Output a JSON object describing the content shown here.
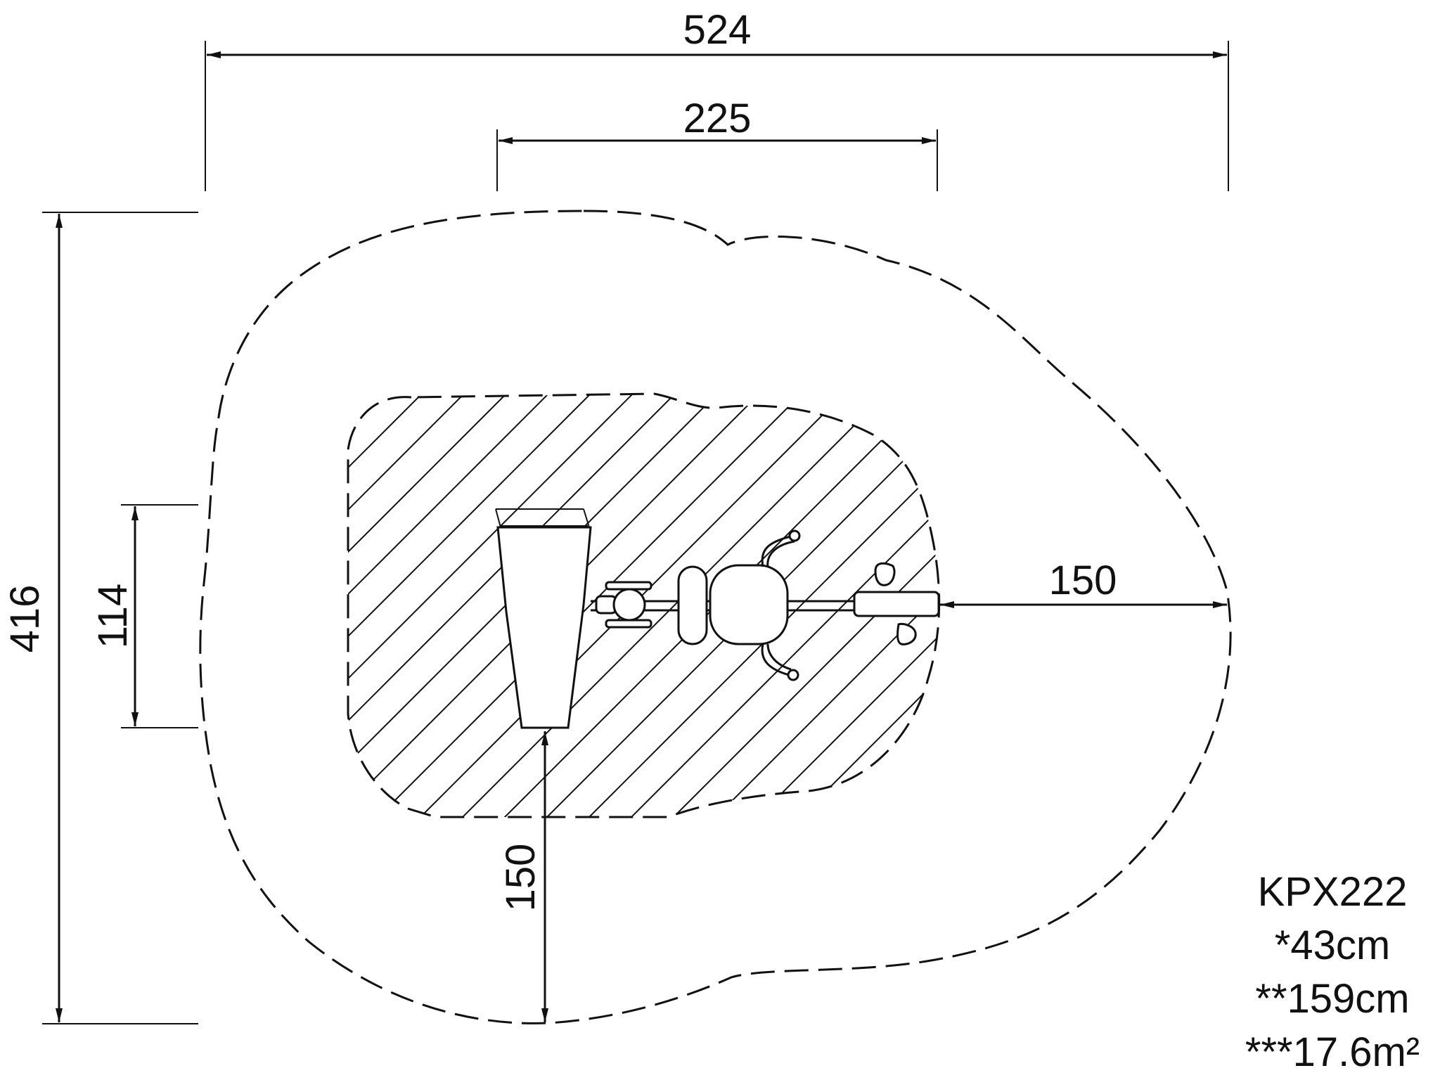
{
  "dimensions": {
    "overall_width": "524",
    "inner_width": "225",
    "overall_depth": "416",
    "equipment_depth": "114",
    "clearance_right": "150",
    "clearance_bottom": "150"
  },
  "specs": {
    "model": "KPX222",
    "line1": "*43cm",
    "line2": "**159cm",
    "line3": "***17.6m²"
  }
}
